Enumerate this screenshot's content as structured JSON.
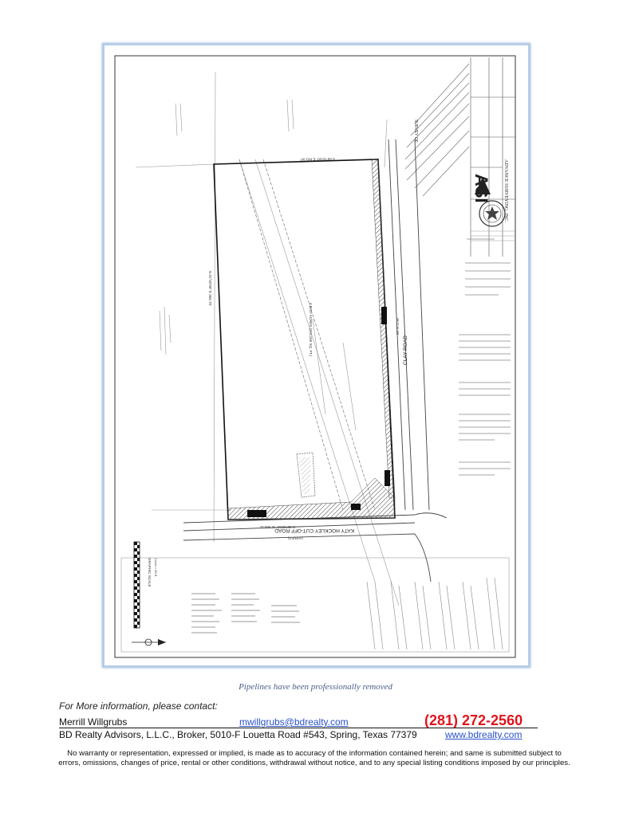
{
  "drawing": {
    "road_bottom": "KATY HOCKLEY CUT-OFF ROAD",
    "road_right": "CLAY ROAD",
    "row_right": "60' R.O.W.",
    "row_bottom": "(VARIES)",
    "company_logo": "ASI",
    "company_name": "ADVANCE SURVEYING, INC.",
    "survey_heading": "SURVEY OF",
    "scale_label": "GRAPHIC SCALE",
    "scale_unit": "1 inch = 60 ft.",
    "bearing_top": "S 89°00'00\" E 663.56'",
    "bearing_left": "N 01°02'00\" E 956.75'",
    "bearing_bottom": "N 89°00'00\" W 585.11'",
    "center_label": "4.8247 ACRES (210,159 SQ. FT.)"
  },
  "caption": "Pipelines have been professionally removed",
  "contact": {
    "heading": "For More information, please contact:",
    "agent": "Merrill Willgrubs",
    "email": "mwillgrubs@bdrealty.com",
    "phone": "(281) 272-2560",
    "broker": "BD Realty Advisors, L.L.C., Broker, 5010-F Louetta Road #543, Spring, Texas 77379",
    "website": "www.bdrealty.com"
  },
  "disclaimer": "No warranty or representation, expressed or implied, is made as to accuracy of the information contained herein; and same is submitted subject to errors, omissions, changes of price, rental or other conditions, withdrawal without notice, and to any special listing conditions imposed by our principles.",
  "colors": {
    "frame": "#b7cde6",
    "link": "#2a52c8",
    "phone": "#e0141c",
    "caption": "#4a5d8a"
  }
}
